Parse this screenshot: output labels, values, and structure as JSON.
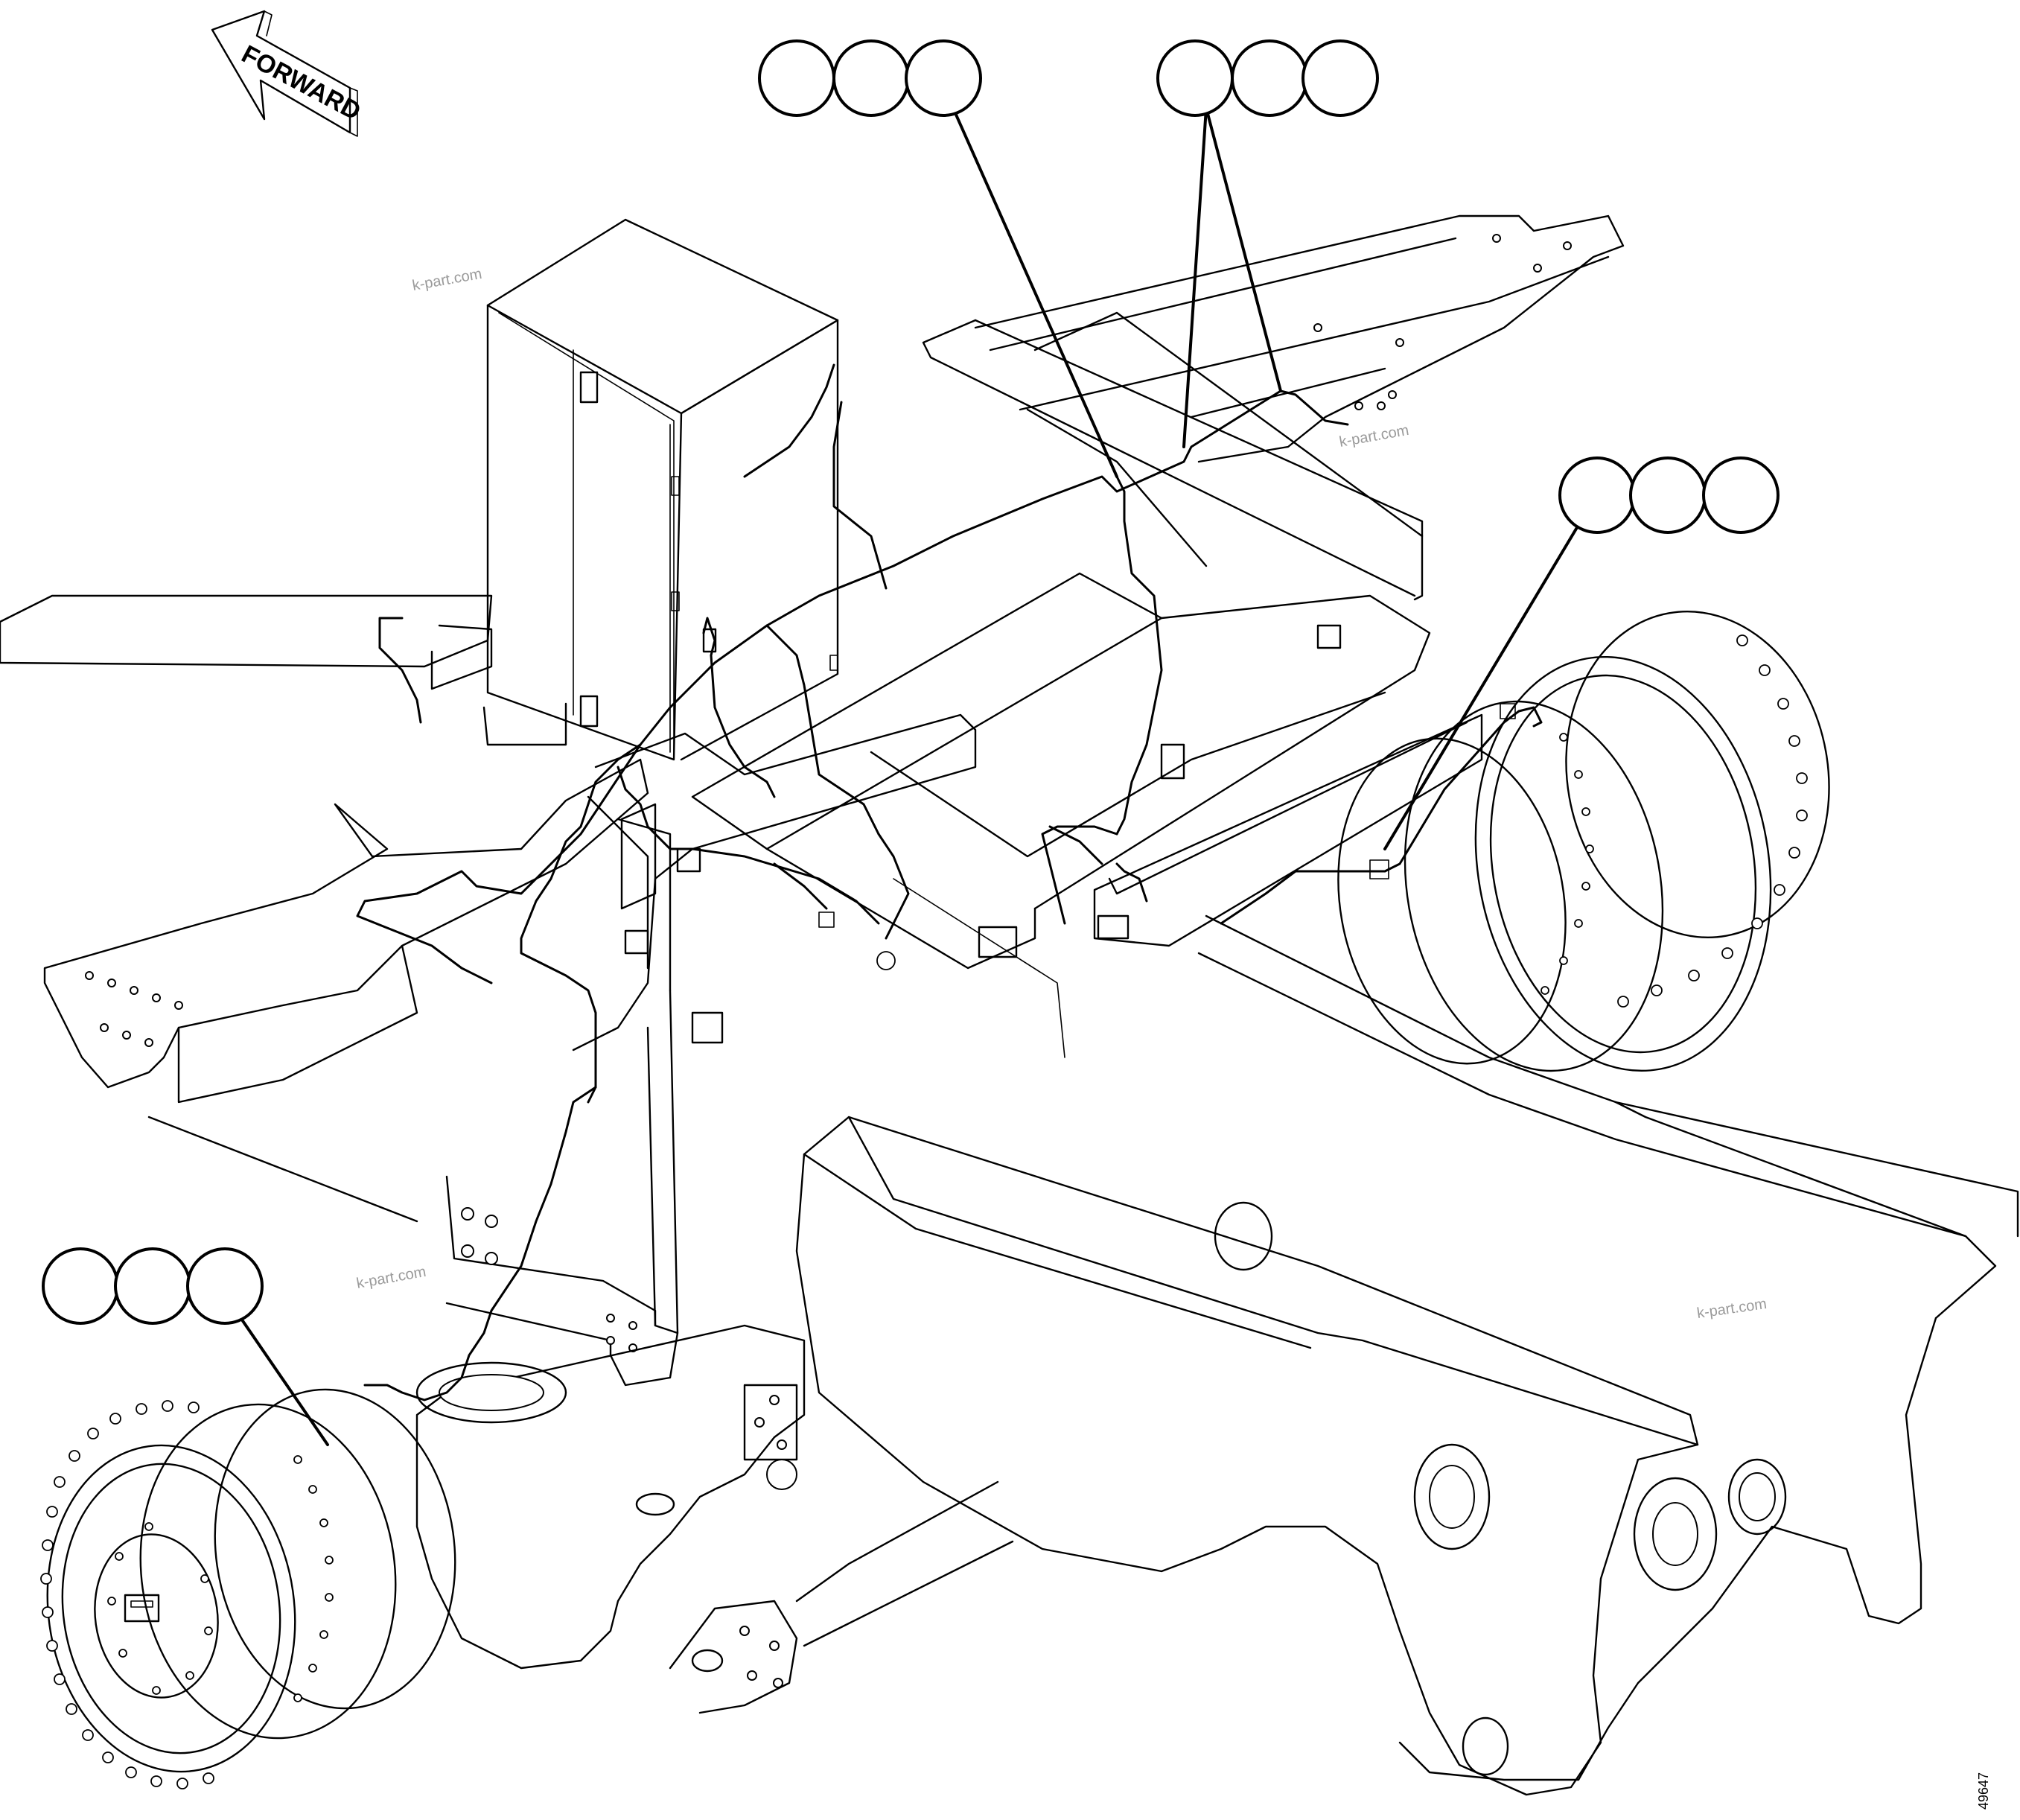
{
  "forward_label": "FORWARD",
  "watermark": "k-part.com",
  "drawing_number": "49647",
  "callout_groups": [
    {
      "circles": [
        "",
        "",
        ""
      ]
    },
    {
      "circles": [
        "",
        "",
        ""
      ]
    },
    {
      "circles": [
        "",
        "",
        ""
      ]
    },
    {
      "circles": [
        "",
        "",
        ""
      ]
    }
  ]
}
